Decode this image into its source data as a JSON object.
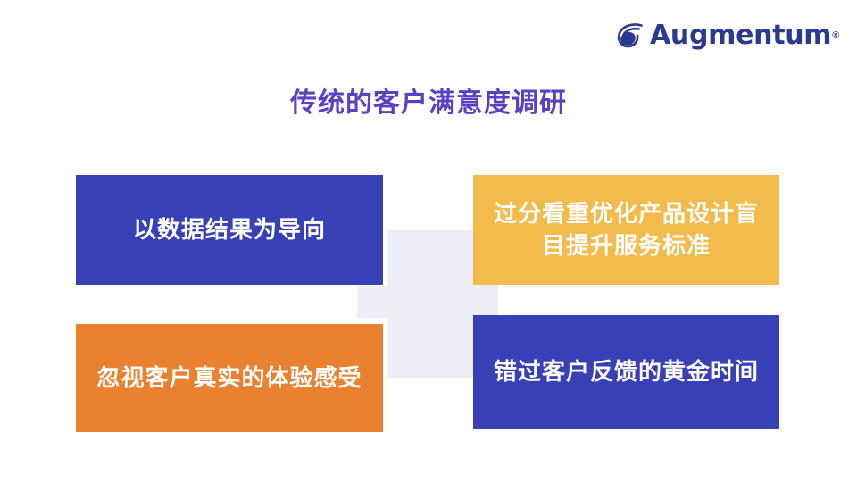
{
  "brand": {
    "logo_mark_icon": "augmentum-spiral-logo-icon",
    "name": "Augmentum",
    "trademark": "®",
    "color": "#2b3a8f"
  },
  "title": {
    "text": "传统的客户满意度调研",
    "color": "#5b3fc4"
  },
  "decoration": {
    "center_cross_color": "#eeeef7"
  },
  "boxes": [
    {
      "id": "top-left",
      "text": "以数据结果为导向",
      "background": "#3740b5",
      "text_color": "#ffffff"
    },
    {
      "id": "top-right",
      "text": "过分看重优化产品设计盲目提升服务标准",
      "background": "#f3ba4c",
      "text_color": "#ffffff"
    },
    {
      "id": "bottom-left",
      "text": "忽视客户真实的体验感受",
      "background": "#e9812f",
      "text_color": "#ffffff"
    },
    {
      "id": "bottom-right",
      "text": "错过客户反馈的黄金时间",
      "background": "#3740b5",
      "text_color": "#ffffff"
    }
  ]
}
